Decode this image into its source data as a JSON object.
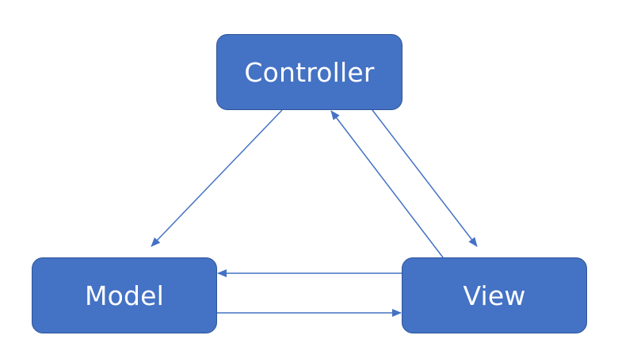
{
  "colors": {
    "node_fill": "#4472c4",
    "node_border": "#2f5597",
    "node_text": "#ffffff",
    "arrow": "#4472c4",
    "background": "#ffffff"
  },
  "nodes": {
    "controller": {
      "label": "Controller"
    },
    "model": {
      "label": "Model"
    },
    "view": {
      "label": "View"
    }
  },
  "edges": [
    {
      "from": "controller",
      "to": "model"
    },
    {
      "from": "controller",
      "to": "view"
    },
    {
      "from": "view",
      "to": "controller"
    },
    {
      "from": "view",
      "to": "model"
    },
    {
      "from": "model",
      "to": "view"
    }
  ]
}
